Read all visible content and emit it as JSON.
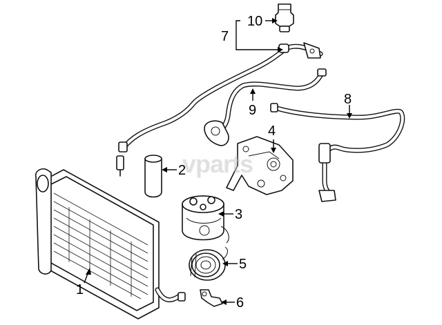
{
  "watermark": "vparts",
  "callouts": {
    "c1": "1",
    "c2": "2",
    "c3": "3",
    "c4": "4",
    "c5": "5",
    "c6": "6",
    "c7": "7",
    "c8": "8",
    "c9": "9",
    "c10": "10"
  }
}
